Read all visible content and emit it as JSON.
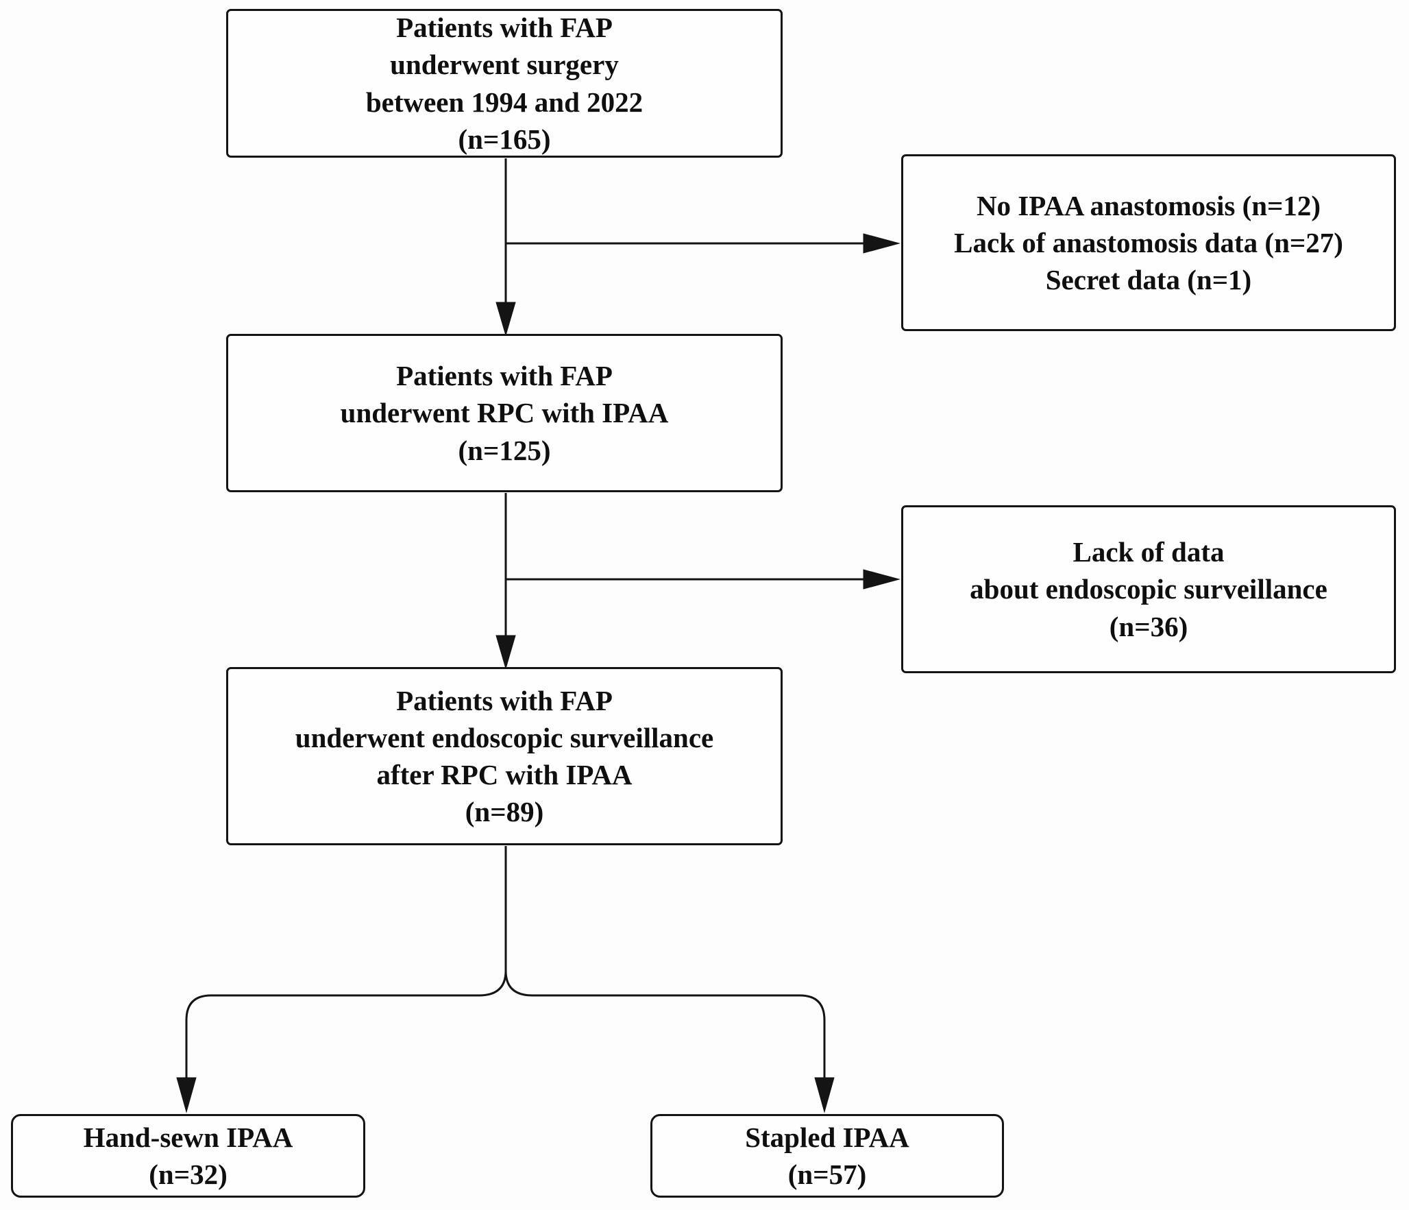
{
  "colors": {
    "background": "#fdfdfd",
    "box_fill": "#fefefe",
    "line": "#141414",
    "text": "#0f0f0f"
  },
  "boxes": [
    {
      "name": "surgery-total",
      "lines": [
        "Patients with FAP",
        "underwent surgery",
        "between 1994 and 2022",
        "(n=165)"
      ]
    },
    {
      "name": "excluded-anastomosis",
      "lines": [
        "No IPAA anastomosis (n=12)",
        "Lack of anastomosis data (n=27)",
        "Secret data (n=1)"
      ]
    },
    {
      "name": "rpc-with-ipaa",
      "lines": [
        "Patients with FAP",
        "underwent RPC with IPAA",
        "(n=125)"
      ]
    },
    {
      "name": "excluded-surveillance",
      "lines": [
        "Lack of data",
        "about endoscopic surveillance",
        "(n=36)"
      ]
    },
    {
      "name": "endoscopic-surveillance",
      "lines": [
        "Patients with FAP",
        "underwent endoscopic surveillance",
        "after RPC with IPAA",
        "(n=89)"
      ]
    },
    {
      "name": "hand-sewn-ipaa",
      "lines": [
        "Hand-sewn IPAA",
        "(n=32)"
      ]
    },
    {
      "name": "stapled-ipaa",
      "lines": [
        "Stapled IPAA",
        "(n=57)"
      ]
    }
  ]
}
